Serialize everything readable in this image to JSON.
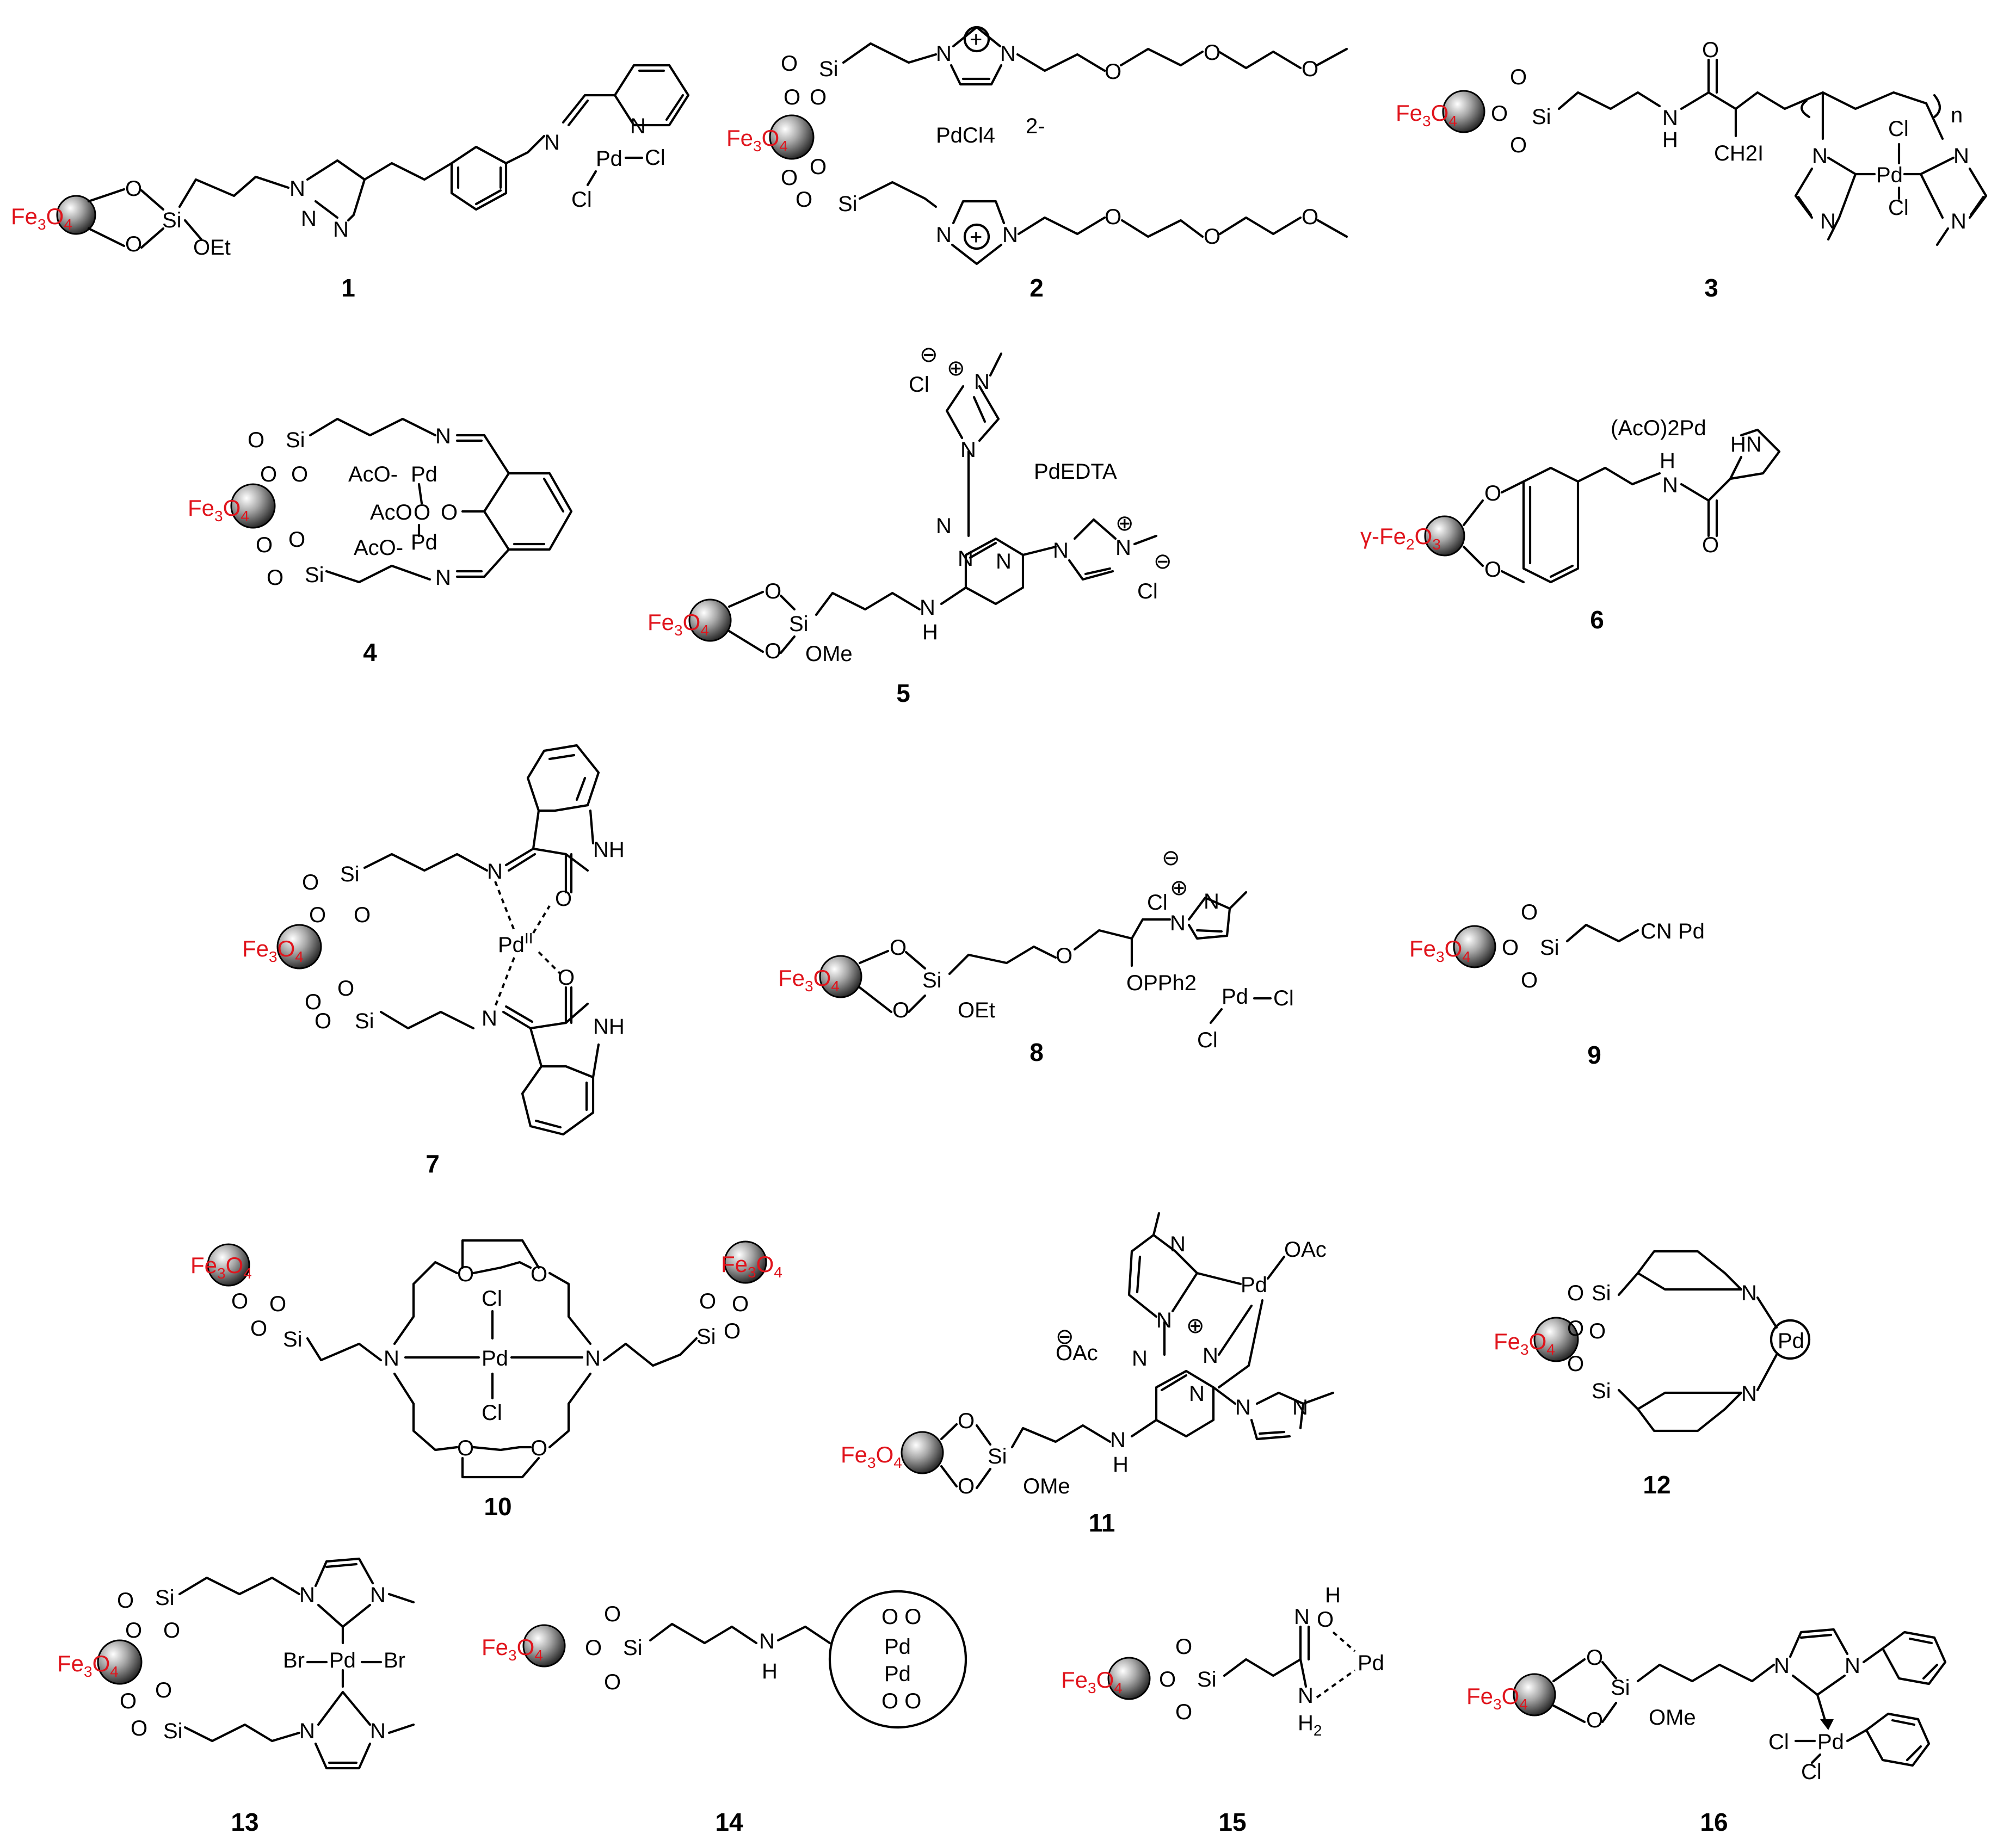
{
  "figure": {
    "compounds": [
      {
        "id": "c1",
        "label": "1",
        "support": "Fe3O4",
        "linker_text": "OEt",
        "metal_text": "Pd",
        "ligands": [
          "Cl",
          "Cl"
        ]
      },
      {
        "id": "c2",
        "label": "2",
        "support": "Fe3O4",
        "counter_ion": "PdCl4",
        "counter_charge": "2-"
      },
      {
        "id": "c3",
        "label": "3",
        "support": "Fe3O4",
        "metal_text": "Pd",
        "ligands": [
          "Cl",
          "Cl"
        ],
        "repeat": "n",
        "iodide": "CH2I"
      },
      {
        "id": "c4",
        "label": "4",
        "support": "Fe3O4",
        "metal_text": "Pd",
        "acetates": [
          "AcO",
          "AcO",
          "AcO"
        ]
      },
      {
        "id": "c5",
        "label": "5",
        "support": "Fe3O4",
        "complex_text": "PdEDTA",
        "linker_text": "OMe",
        "anions": [
          "Cl",
          "Cl"
        ]
      },
      {
        "id": "c6",
        "label": "6",
        "support": "γ-Fe2O3",
        "complex_text": "(AcO)2Pd"
      },
      {
        "id": "c7",
        "label": "7",
        "support": "Fe3O4",
        "metal_text": "Pd",
        "oxidation": "II"
      },
      {
        "id": "c8",
        "label": "8",
        "support": "Fe3O4",
        "linker_text": "OEt",
        "metal_text": "Pd",
        "ligands": [
          "Cl",
          "Cl"
        ],
        "phosphinite": "OPPh2",
        "anion": "Cl"
      },
      {
        "id": "c9",
        "label": "9",
        "support": "Fe3O4",
        "nitrile": "CN",
        "metal_text": "Pd"
      },
      {
        "id": "c10",
        "label": "10",
        "support": "Fe3O4",
        "metal_text": "Pd",
        "ligands": [
          "Cl",
          "Cl"
        ]
      },
      {
        "id": "c11",
        "label": "11",
        "support": "Fe3O4",
        "metal_text": "Pd",
        "acetate": "OAc",
        "anion": "OAc",
        "linker_text": "OMe"
      },
      {
        "id": "c12",
        "label": "12",
        "support": "Fe3O4",
        "metal_text": "Pd"
      },
      {
        "id": "c13",
        "label": "13",
        "support": "Fe3O4",
        "metal_text": "Pd",
        "ligands": [
          "Br",
          "Br"
        ]
      },
      {
        "id": "c14",
        "label": "14",
        "support": "Fe3O4",
        "metal_text": "Pd"
      },
      {
        "id": "c15",
        "label": "15",
        "support": "Fe3O4",
        "metal_text": "Pd"
      },
      {
        "id": "c16",
        "label": "16",
        "support": "Fe3O4",
        "linker_text": "OMe",
        "metal_text": "Pd",
        "ligands": [
          "Cl",
          "Cl"
        ]
      }
    ],
    "colors": {
      "support_text": "#e0141c",
      "bond": "#000000"
    }
  }
}
